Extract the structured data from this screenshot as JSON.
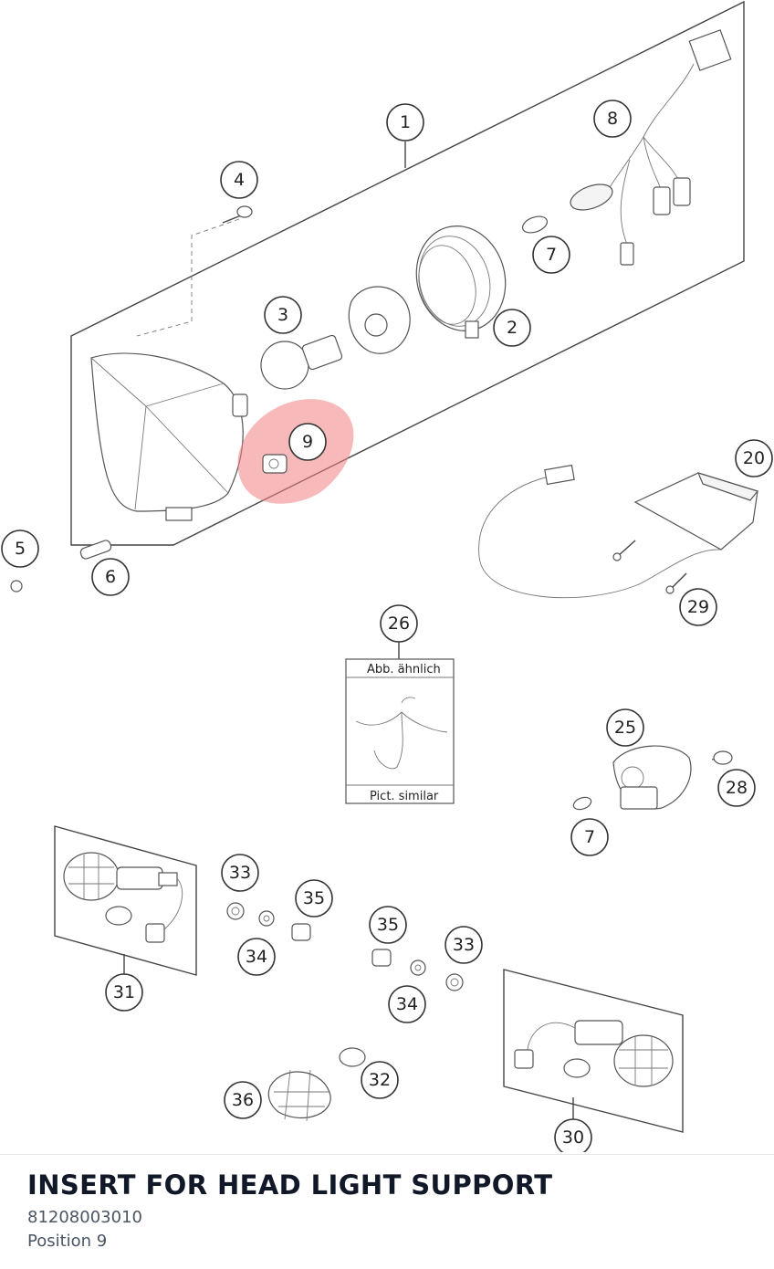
{
  "part": {
    "title": "INSERT FOR HEAD LIGHT SUPPORT",
    "number": "81208003010",
    "position": "Position 9"
  },
  "highlight": {
    "position": "9",
    "color": "#f08080"
  },
  "callouts": [
    "1",
    "2",
    "3",
    "4",
    "5",
    "6",
    "7",
    "8",
    "9",
    "20",
    "25",
    "26",
    "28",
    "29",
    "30",
    "31",
    "32",
    "33",
    "34",
    "35",
    "36"
  ],
  "image_box": {
    "top_label": "Abb. ähnlich",
    "bottom_label": "Pict. similar"
  }
}
